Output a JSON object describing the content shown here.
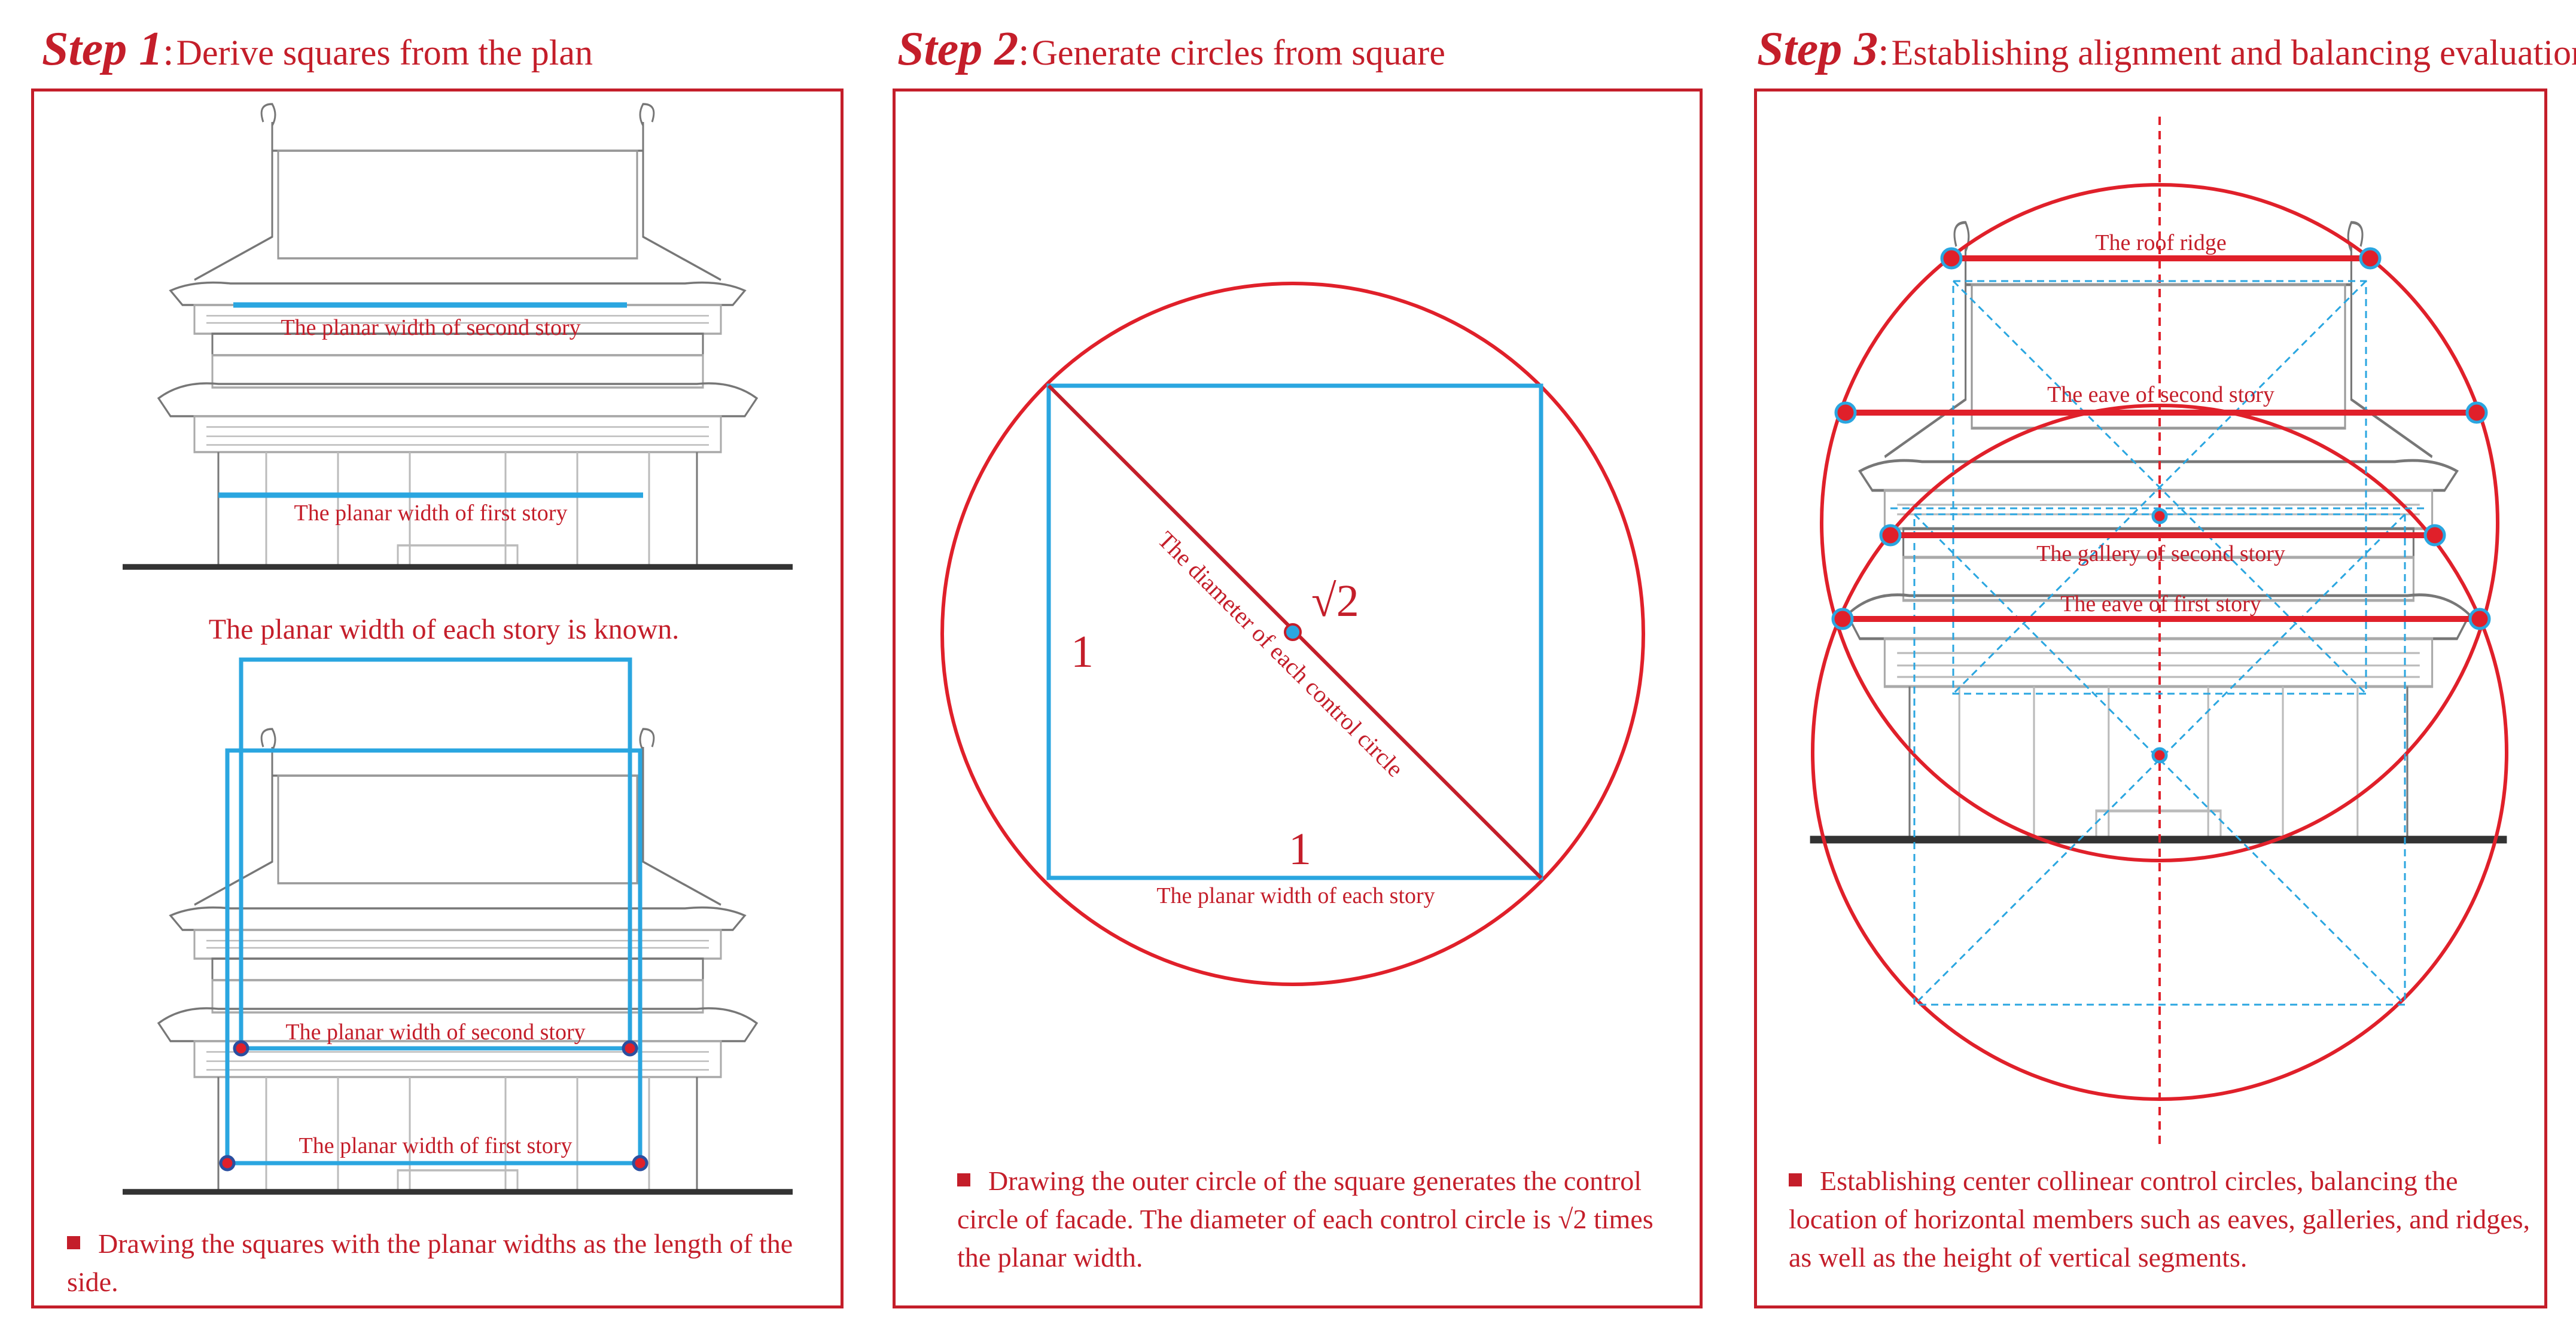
{
  "colors": {
    "accent": "#c41e2a",
    "square": "#2aa6e0",
    "line": "#777777"
  },
  "step1": {
    "step_label": "Step 1",
    "description": "Derive squares from the plan",
    "label_second_story": "The planar width of second story",
    "label_first_story": "The planar width of first story",
    "known_text": "The planar width of each story is known.",
    "note": "Drawing the squares with the planar widths as the length of the side."
  },
  "step2": {
    "step_label": "Step 2",
    "description": "Generate circles from square",
    "side_left": "1",
    "side_bottom": "1",
    "sqrt_label": "√2",
    "diagonal_label": "The diameter of each control circle",
    "bottom_label": "The planar width of each story",
    "note": "Drawing the outer circle of the square generates the control circle of  facade. The diameter of each control circle is √2 times the planar width."
  },
  "step3": {
    "step_label": "Step 3",
    "description": "Establishing alignment and balancing evaluation",
    "roof_ridge": "The  roof ridge",
    "eave_second": "The  eave of second story",
    "gallery_second": "The  gallery of second story",
    "eave_first": "The  eave of first story",
    "note": "Establishing center collinear control circles, balancing the location of horizontal members such as eaves, galleries, and ridges, as well as the height of vertical segments."
  }
}
